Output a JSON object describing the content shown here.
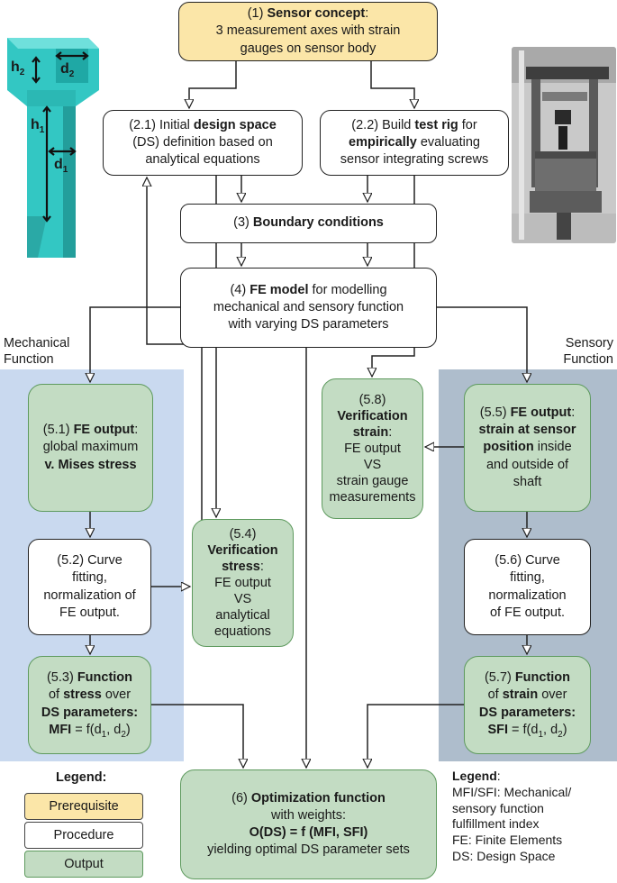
{
  "boxes": {
    "b1": {
      "num": "(1)",
      "bold": "Sensor concept",
      "rest": ":",
      "line2": "3 measurement axes with strain",
      "line3": "gauges on sensor body"
    },
    "b21": {
      "l1a": "(2.1) Initial ",
      "l1b": "design space",
      "l2": "(DS) definition based on",
      "l3": "analytical equations"
    },
    "b22": {
      "l1a": "(2.2) Build ",
      "l1b": "test rig",
      "l1c": " for",
      "l2a": "empirically",
      "l2b": " evaluating",
      "l3": "sensor integrating screws"
    },
    "b3": {
      "l1a": "(3) ",
      "l1b": "Boundary conditions"
    },
    "b4": {
      "l1a": "(4) ",
      "l1b": "FE model",
      "l1c": " for modelling",
      "l2": "mechanical and sensory function",
      "l3": "with varying DS parameters"
    },
    "b51": {
      "l1a": "(5.1) ",
      "l1b": "FE output",
      "l1c": ":",
      "l2": "global maximum",
      "l3": "v. Mises stress"
    },
    "b52": {
      "l1": "(5.2) Curve",
      "l2": "fitting,",
      "l3": "normalization of",
      "l4": "FE output."
    },
    "b53": {
      "l1a": "(5.3) ",
      "l1b": "Function",
      "l2a": "of ",
      "l2b": "stress",
      "l2c": " over",
      "l3": "DS parameters:",
      "l4a": "MFI",
      "l4b": " = f(d",
      "l4c": "1",
      "l4d": ", d",
      "l4e": "2",
      "l4f": ")"
    },
    "b54": {
      "l1": "(5.4)",
      "l2": "Verification",
      "l3": "stress",
      "l3b": ":",
      "l4": "FE output",
      "l5": "VS",
      "l6": "analytical",
      "l7": "equations"
    },
    "b55": {
      "l1a": "(5.5) ",
      "l1b": "FE output",
      "l1c": ":",
      "l2": "strain at sensor",
      "l3a": "position",
      "l3b": " inside",
      "l4": "and outside of",
      "l5": "shaft"
    },
    "b56": {
      "l1": "(5.6) Curve",
      "l2": "fitting,",
      "l3": "normalization",
      "l4": "of FE output."
    },
    "b57": {
      "l1a": "(5.7) ",
      "l1b": "Function",
      "l2a": "of ",
      "l2b": "strain",
      "l2c": " over",
      "l3": "DS parameters:",
      "l4a": "SFI",
      "l4b": " = f(d",
      "l4c": "1",
      "l4d": ", d",
      "l4e": "2",
      "l4f": ")"
    },
    "b58": {
      "l1": "(5.8)",
      "l2": "Verification",
      "l3": "strain",
      "l3b": ":",
      "l4": "FE output",
      "l5": "VS",
      "l6": "strain gauge",
      "l7": "measurements"
    },
    "b6": {
      "l1a": "(6) ",
      "l1b": "Optimization function",
      "l2": "with weights:",
      "l3": "O(DS) = f (MFI, SFI)",
      "l4": "yielding optimal DS parameter sets"
    }
  },
  "side_labels": {
    "mechanical": [
      "Mechanical",
      "Function"
    ],
    "sensory": [
      "Sensory",
      "Function"
    ]
  },
  "screw_labels": {
    "h2": "h",
    "h2_sub": "2",
    "d2": "d",
    "d2_sub": "2",
    "h1": "h",
    "h1_sub": "1",
    "d1": "d",
    "d1_sub": "1"
  },
  "legend": {
    "title": "Legend:",
    "items": [
      "Prerequisite",
      "Procedure",
      "Output"
    ]
  },
  "abbrev_legend": {
    "title": "Legend",
    "title_suffix": ":",
    "lines": [
      "MFI/SFI: Mechanical/",
      "sensory function",
      "fulfillment index",
      "FE: Finite Elements",
      "DS: Design Space"
    ]
  },
  "colors": {
    "prerequisite": "#fbe6a8",
    "procedure": "#ffffff",
    "output": "#c3dcc3",
    "mechanical_panel": "#c9d9ef",
    "sensory_panel": "#aebdcc",
    "screw": "#33c7c3"
  }
}
